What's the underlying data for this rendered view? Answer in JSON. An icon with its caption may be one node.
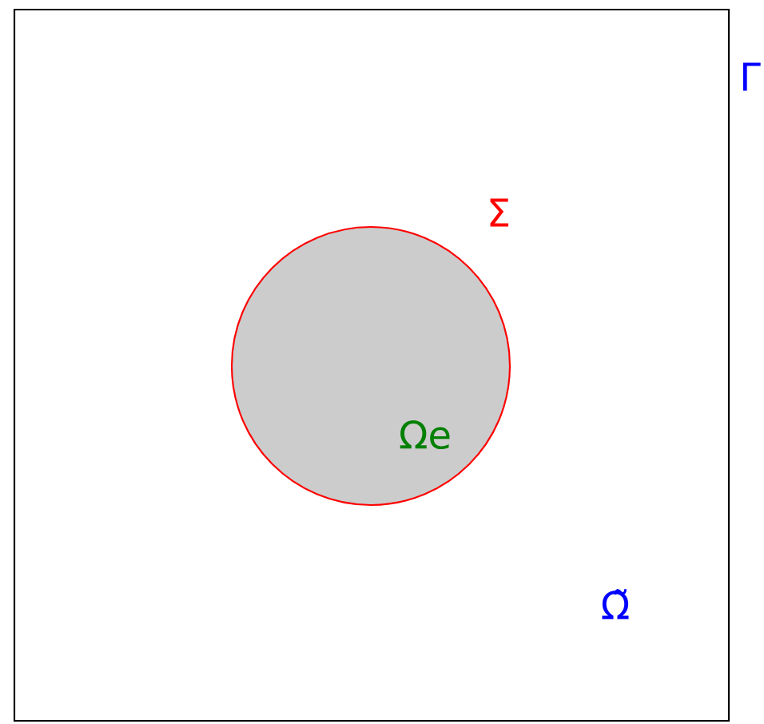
{
  "diagram": {
    "nodes": [
      {
        "text": [
          "Ω̃"
        ],
        "beside": [
          "Γ"
        ]
      },
      {
        "text": [
          "Ωe"
        ],
        "beside": [
          "Σ"
        ],
        "in": 0
      }
    ]
  }
}
